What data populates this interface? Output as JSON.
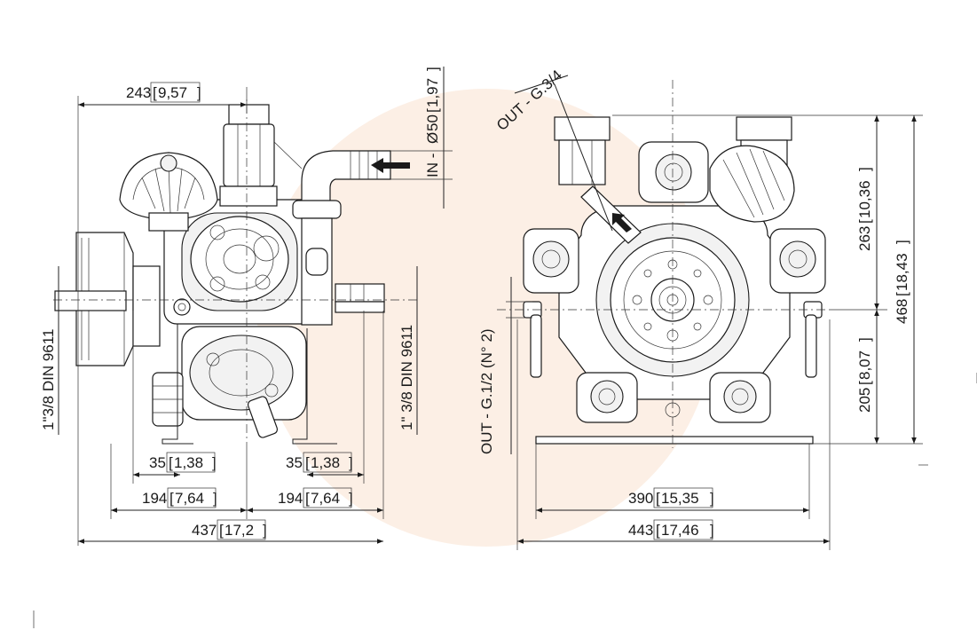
{
  "background_accent": "#fbe9dc",
  "dimensions": {
    "width_243": "243",
    "width_243_in": "9,57",
    "inlet_diameter": "50",
    "inlet_diameter_in": "1,97",
    "inlet_label": "IN -",
    "diameter_symbol": "Ø",
    "outlet_top_label": "OUT - G.3/4",
    "outlet_side_label": "OUT - G.1/2 (N° 2)",
    "shaft_label_left": "1\"3/8 DIN 9611",
    "shaft_label_right": "1\" 3/8 DIN 9611",
    "offset_35_left": "35",
    "offset_35_left_in": "1,38",
    "offset_35_right": "35",
    "offset_35_right_in": "1,38",
    "span_194_left": "194",
    "span_194_left_in": "7,64",
    "span_194_right": "194",
    "span_194_right_in": "7,64",
    "total_437": "437",
    "total_437_in": "17,2",
    "base_390": "390",
    "base_390_in": "15,35",
    "total_443": "443",
    "total_443_in": "17,46",
    "height_263": "263",
    "height_263_in": "10,36",
    "height_205": "205",
    "height_205_in": "8,07",
    "height_468": "468",
    "height_468_in": "18,43"
  },
  "icons": {
    "inlet_arrow": "arrow-left-icon",
    "outlet_arrow": "arrow-up-icon"
  }
}
